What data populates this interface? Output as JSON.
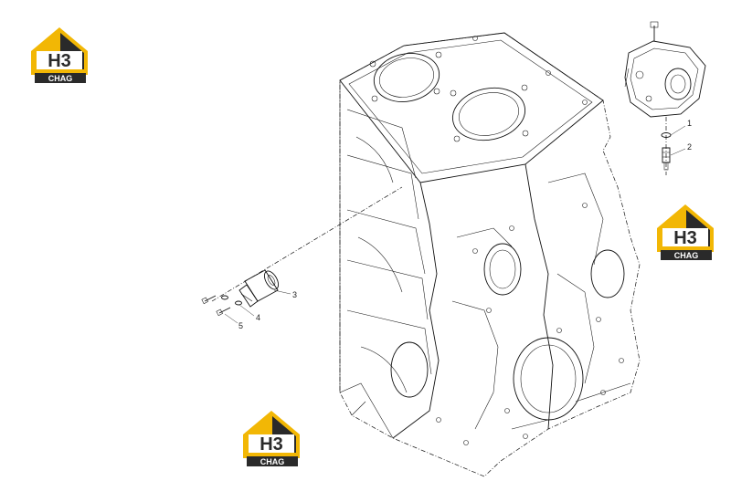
{
  "brand": {
    "logo_text": "H3",
    "logo_subtext": "CHAG",
    "colors": {
      "gold": "#F2B705",
      "dark": "#2A2A2A",
      "white": "#FFFFFF"
    }
  },
  "callouts": [
    {
      "label": "1"
    },
    {
      "label": "2"
    },
    {
      "label": "3"
    },
    {
      "label": "4"
    },
    {
      "label": "5"
    }
  ]
}
